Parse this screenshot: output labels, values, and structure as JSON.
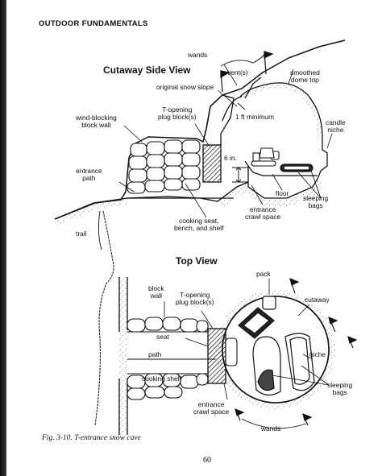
{
  "header": "OUTDOOR FUNDAMENTALS",
  "side_view": {
    "title": "Cutaway Side View",
    "labels": {
      "wands": "wands",
      "vents": "vent(s)",
      "smoothed": "smoothed\ndome top",
      "orig_slope": "original snow slope",
      "plug": "T-opening\nplug block(s)",
      "one_ft": "1 ft minimum",
      "wind_wall": "wind-blocking\nblock wall",
      "candle": "candle\nniche",
      "six_in": "6 in.",
      "entrance_path": "entrance\npath",
      "floor": "floor",
      "sleeping_bags": "sleeping\nbags",
      "cooking": "cooking seat,\nbench, and shelf",
      "crawl": "entrance\ncrawl space",
      "trail": "trail"
    }
  },
  "top_view": {
    "title": "Top View",
    "labels": {
      "pack": "pack",
      "block_wall": "block\nwall",
      "plug": "T-opening\nplug block(s)",
      "cutaway": "cutaway",
      "seat": "seat",
      "path": "path",
      "niche": "niche",
      "cooking_shelf": "cooking shelf",
      "sleeping_bags": "sleeping\nbags",
      "crawl": "entrance\ncrawl space",
      "wands": "wands"
    }
  },
  "caption": "Fig. 3-10. T-entrance snow cave",
  "page_number": "60"
}
